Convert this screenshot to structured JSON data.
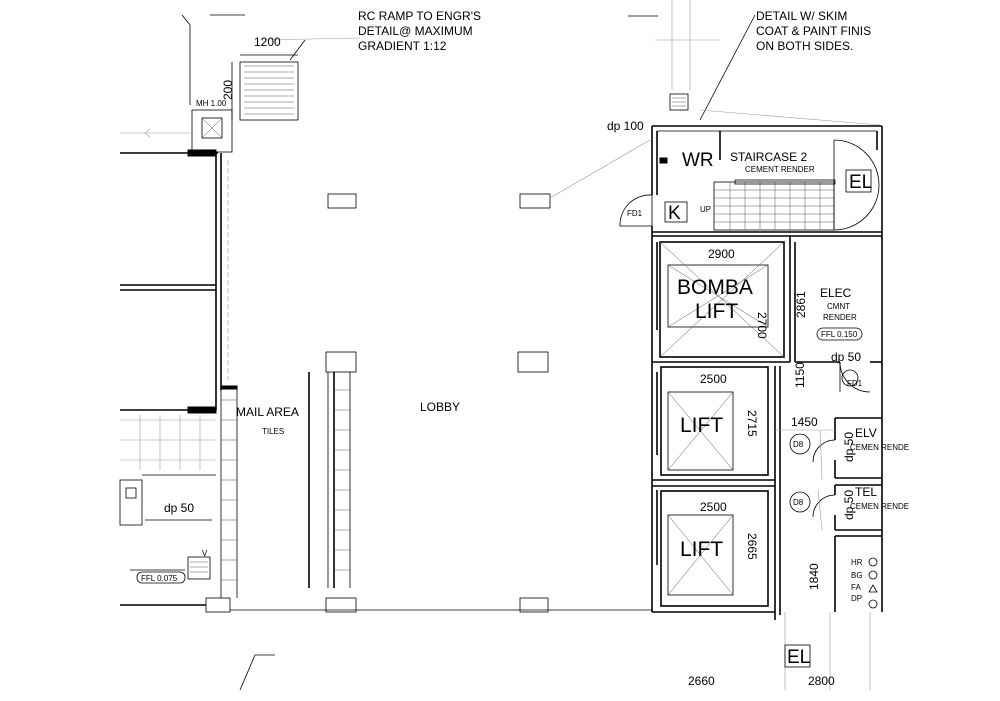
{
  "notes": {
    "ramp_line1": "RC RAMP TO ENGR'S",
    "ramp_line2": "DETAIL@ MAXIMUM",
    "ramp_line3": "GRADIENT 1:12",
    "finish_line1": "DETAIL W/ SKIM",
    "finish_line2": "COAT & PAINT FINIS",
    "finish_line3": "ON BOTH SIDES."
  },
  "dimensions": {
    "ramp_width": "1200",
    "ramp_length": "200",
    "bomba_width": "2900",
    "bomba_depth": "2700",
    "lift1_width": "2500",
    "lift1_depth": "2715",
    "lift2_width": "2500",
    "lift2_depth": "2665",
    "elec_height": "2861",
    "corridor_height": "1150",
    "corridor_width": "1450",
    "bottom_left": "2660",
    "bottom_right": "2800",
    "right_vertical": "1840"
  },
  "rooms": {
    "wr": "WR",
    "staircase": "STAIRCASE 2",
    "staircase_finish": "CEMENT RENDER",
    "el_top": "EL",
    "el_bottom": "EL",
    "k": "K",
    "fd1_left": "FD1",
    "fd1_right": "FD1",
    "up": "UP",
    "bomba_line1": "BOMBA",
    "bomba_line2": "LIFT",
    "lift1": "LIFT",
    "lift2": "LIFT",
    "elec": "ELEC",
    "elec_finish1": "CMNT",
    "elec_finish2": "RENDER",
    "elec_ffl": "FFL 0.150",
    "elv": "ELV",
    "elv_finish": "CEMEN RENDE",
    "tel": "TEL",
    "tel_finish": "CEMEN RENDE",
    "mail_area": "MAIL AREA",
    "mail_finish": "TILES",
    "lobby": "LOBBY",
    "mh": "MH 1.00",
    "ffl_left": "FFL 0.075",
    "v_mark": "V",
    "d8_top": "D8",
    "d8_bottom": "D8"
  },
  "drain_points": {
    "dp_top": "dp 100",
    "dp_elec": "dp 50",
    "dp_left": "dp 50",
    "dp_elv": "dp 50",
    "dp_tel": "dp 50"
  },
  "legend": {
    "hr": "HR",
    "bg": "BG",
    "fa": "FA",
    "dp": "DP"
  },
  "colors": {
    "line": "#000000",
    "background": "#ffffff",
    "secondary_line": "#9a9a9a"
  }
}
